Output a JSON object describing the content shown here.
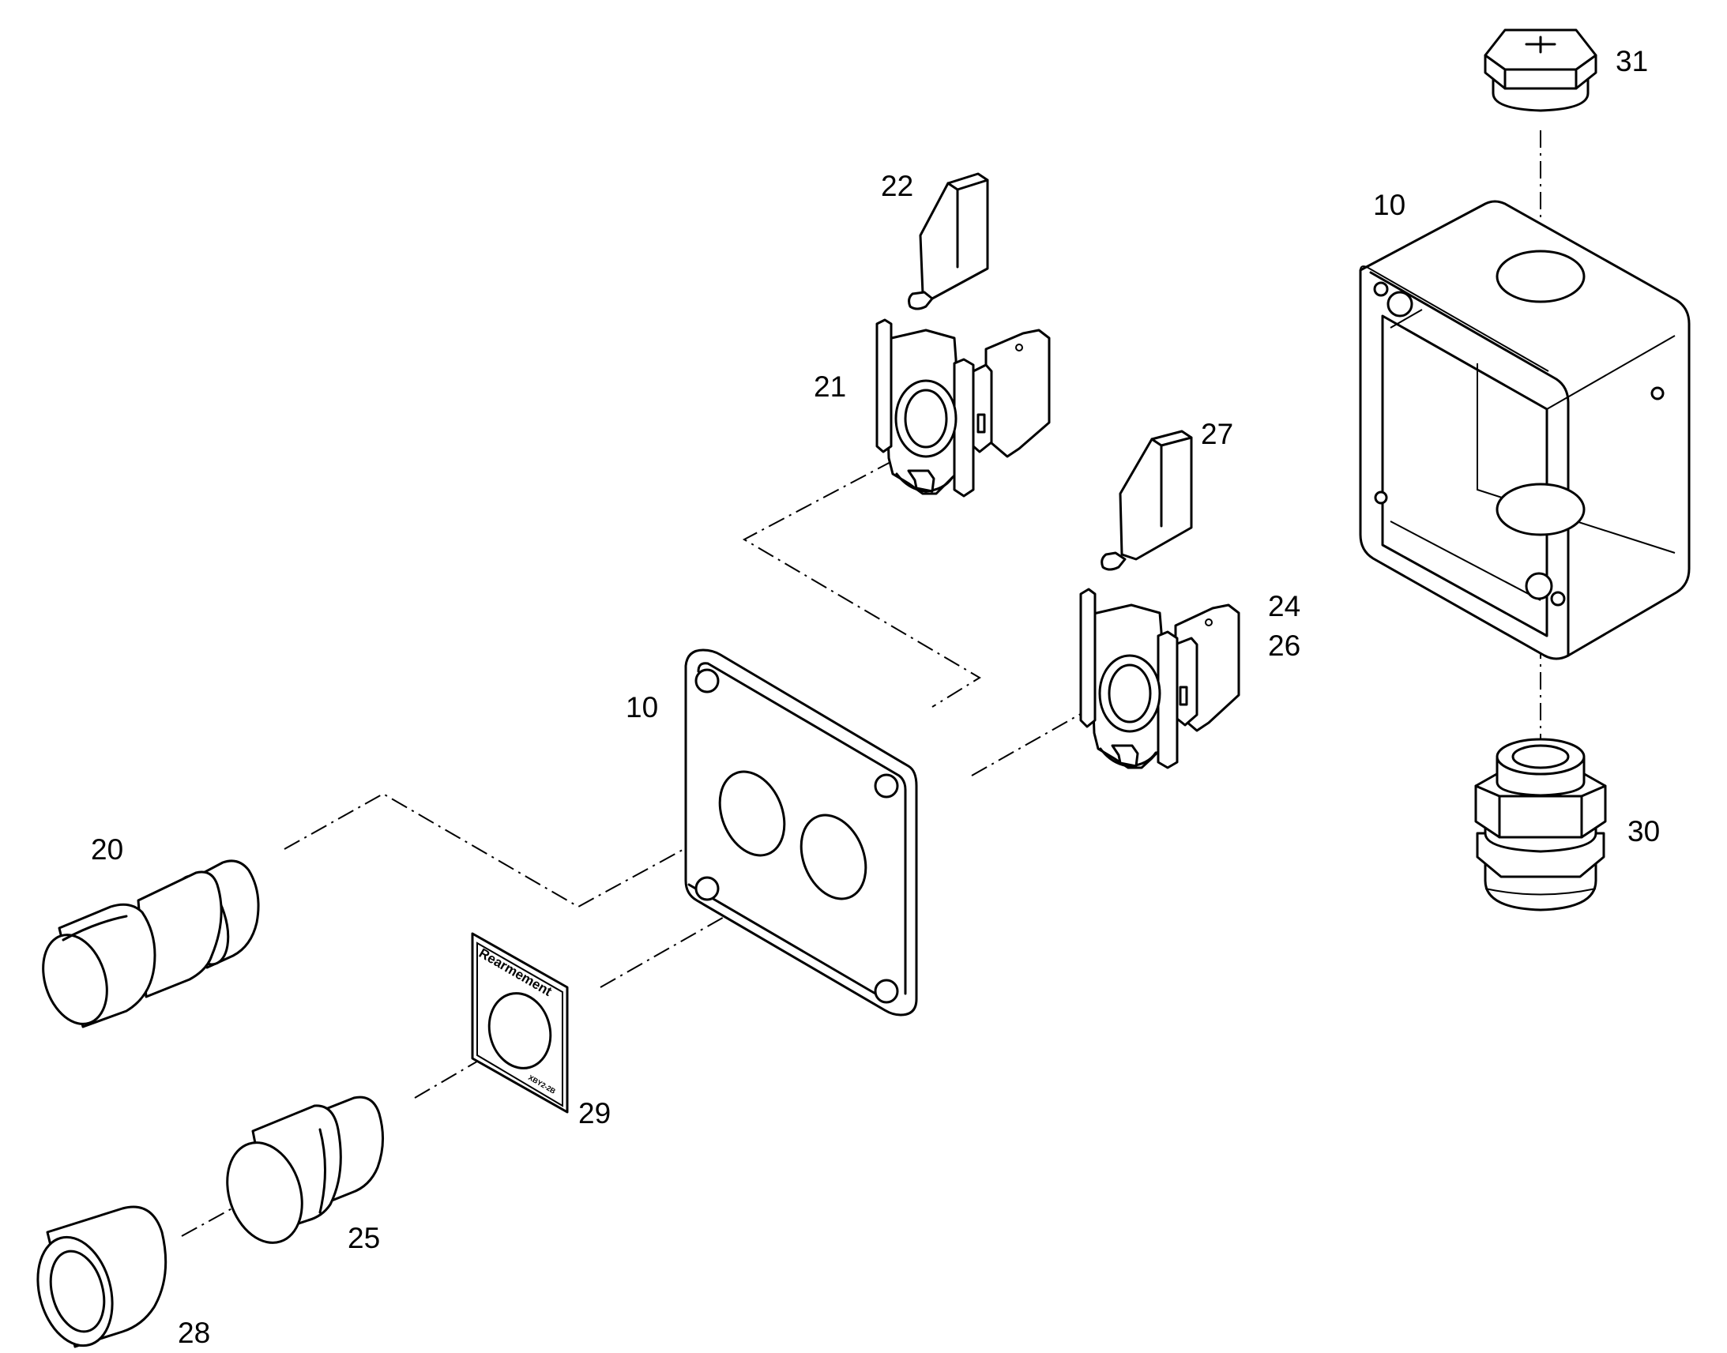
{
  "diagram": {
    "type": "exploded-parts-view",
    "callouts": {
      "item_10_cover": "10",
      "item_10_box": "10",
      "item_20": "20",
      "item_21": "21",
      "item_22": "22",
      "item_24": "24",
      "item_25": "25",
      "item_26": "26",
      "item_27": "27",
      "item_28": "28",
      "item_29": "29",
      "item_30": "30",
      "item_31": "31"
    },
    "legend_plate": {
      "title": "Rearmement",
      "code": "XBY2-2B"
    }
  }
}
